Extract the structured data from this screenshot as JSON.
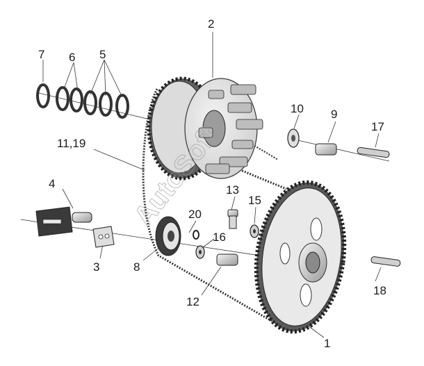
{
  "watermark": "AutoSoft",
  "callouts": {
    "c1": "1",
    "c2": "2",
    "c3": "3",
    "c4": "4",
    "c5": "5",
    "c6": "6",
    "c7": "7",
    "c8": "8",
    "c9": "9",
    "c10": "10",
    "c11_19": "11,19",
    "c12": "12",
    "c13": "13",
    "c15": "15",
    "c16": "16",
    "c17": "17",
    "c18": "18",
    "c20": "20"
  },
  "colors": {
    "line": "#333333",
    "part_light": "#e6e6e6",
    "part_mid": "#bdbdbd",
    "part_dark": "#6e6e6e",
    "watermark": "#9a9a9a"
  }
}
